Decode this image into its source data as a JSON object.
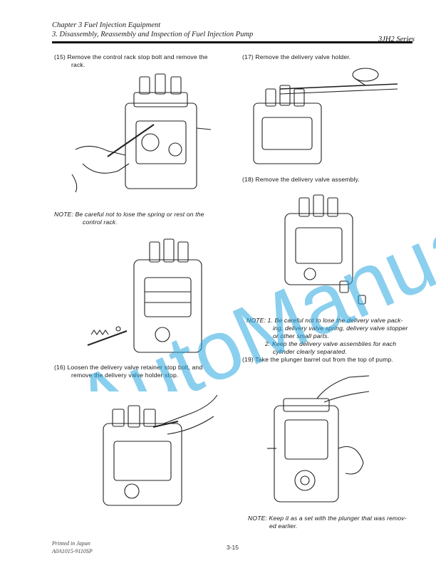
{
  "header": {
    "chapter": "Chapter 3 Fuel Injection Equipment",
    "section": "3. Disassembly, Reassembly and Inspection of Fuel Injection Pump",
    "series": "3JH2 Series"
  },
  "steps": {
    "s15_line1": "(15) Remove the control rack stop bolt and remove the",
    "s15_line2": "rack.",
    "note15_line1": "NOTE: Be careful not to lose the spring or rest on the",
    "note15_line2": "control rack.",
    "s16_line1": "(16) Loosen the delivery valve retainer stop bolt, and",
    "s16_line2": "remove the delivery valve holder stop.",
    "s17": "(17) Remove the delivery valve holder.",
    "s18": "(18) Remove the delivery valve assembly.",
    "note18_1a": "NOTE: 1. Be careful not to lose the delivery valve pack-",
    "note18_1b": "ing, delivery valve spring, delivery valve stopper",
    "note18_1c": "or other small parts.",
    "note18_2a": "2. Keep the delivery valve assemblies for each",
    "note18_2b": "cylinder clearly separated.",
    "s19": "(19) Take the plunger barrel out from the top of pump.",
    "note19_line1": "NOTE: Keep it as a set with the plunger that was remov-",
    "note19_line2": "ed earlier."
  },
  "watermark": {
    "text": "AutoManual",
    "color": "#29a8e0"
  },
  "footer": {
    "printed": "Printed in Japan",
    "code": "A0A1015-9110SP",
    "page": "3-15"
  },
  "icons": {
    "fig1": "rack-removal-illustration",
    "fig2": "pump-spring-illustration",
    "fig3": "valve-retainer-illustration",
    "fig4": "delivery-holder-illustration",
    "fig5": "delivery-assembly-illustration",
    "fig6": "plunger-barrel-illustration"
  }
}
